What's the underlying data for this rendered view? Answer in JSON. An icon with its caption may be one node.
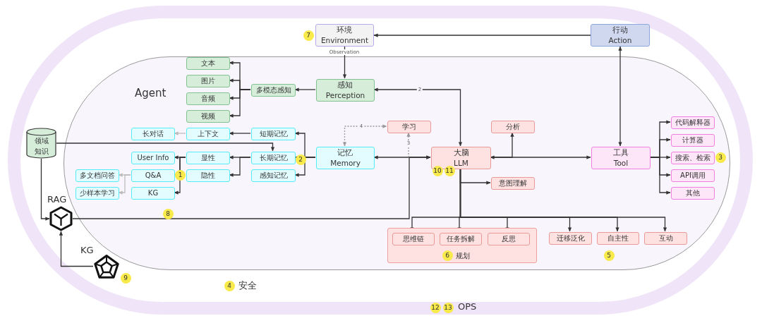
{
  "diagram": {
    "nodes": [
      {
        "text": [
          "Agent"
        ]
      },
      {
        "text": [
          "环境 Environment"
        ]
      },
      {
        "text": [
          "行动 Action"
        ]
      },
      {
        "text": [
          "感知 Perception"
        ],
        "in": 0
      },
      {
        "text": [
          "多模态感知"
        ],
        "in": 0
      },
      {
        "text": [
          "文本"
        ],
        "in": 0
      },
      {
        "text": [
          "图片"
        ],
        "in": 0
      },
      {
        "text": [
          "音频"
        ],
        "in": 0
      },
      {
        "text": [
          "视频"
        ],
        "in": 0
      },
      {
        "text": [
          "长对话"
        ],
        "in": 0
      },
      {
        "text": [
          "上下文"
        ],
        "in": 0
      },
      {
        "text": [
          "短期记忆"
        ],
        "in": 0
      },
      {
        "text": [
          "User Info"
        ],
        "in": 0
      },
      {
        "text": [
          "显性"
        ],
        "in": 0
      },
      {
        "text": [
          "长期记忆"
        ],
        "in": 0
      },
      {
        "text": [
          "多文档问答"
        ],
        "in": 0
      },
      {
        "text": [
          "Q&A"
        ],
        "in": 0
      },
      {
        "text": [
          "隐性"
        ],
        "in": 0
      },
      {
        "text": [
          "感知记忆"
        ],
        "in": 0
      },
      {
        "text": [
          "少样本学习"
        ],
        "in": 0
      },
      {
        "text": [
          "KG"
        ],
        "in": 0
      },
      {
        "text": [
          "记忆 Memory"
        ],
        "in": 0
      },
      {
        "text": [
          "学习"
        ],
        "in": 0
      },
      {
        "text": [
          "分析"
        ],
        "in": 0
      },
      {
        "text": [
          "大脑 LLM"
        ],
        "in": 0
      },
      {
        "text": [
          "意图理解"
        ],
        "in": 0
      },
      {
        "text": [
          "工具 Tool"
        ],
        "in": 0
      },
      {
        "text": [
          "代码解释器"
        ],
        "in": 0
      },
      {
        "text": [
          "计算器"
        ],
        "in": 0
      },
      {
        "text": [
          "搜索、检索"
        ],
        "in": 0
      },
      {
        "text": [
          "API调用"
        ],
        "in": 0
      },
      {
        "text": [
          "其他"
        ],
        "in": 0
      },
      {
        "text": [
          "规划"
        ],
        "in": 0
      },
      {
        "text": [
          "思维链"
        ],
        "in": 32
      },
      {
        "text": [
          "任务拆解"
        ],
        "in": 32
      },
      {
        "text": [
          "反思"
        ],
        "in": 32
      },
      {
        "text": [
          "迁移泛化"
        ],
        "in": 0
      },
      {
        "text": [
          "自主性"
        ],
        "in": 0
      },
      {
        "text": [
          "互动"
        ],
        "in": 0
      },
      {
        "text": [
          "领域知识"
        ]
      },
      {
        "text": [
          "RAG"
        ]
      },
      {
        "text": [
          "KG"
        ]
      }
    ],
    "edges": [
      {
        "from": 2,
        "to": 1,
        "arrow": "to"
      },
      {
        "from": 1,
        "to": 3,
        "arrow": "to",
        "label": "Observation"
      },
      {
        "from": 3,
        "to": 4,
        "arrow": "to"
      },
      {
        "from": 4,
        "to": 5,
        "arrow": "to"
      },
      {
        "from": 4,
        "to": 6,
        "arrow": "to"
      },
      {
        "from": 4,
        "to": 7,
        "arrow": "to"
      },
      {
        "from": 4,
        "to": 8,
        "arrow": "to"
      },
      {
        "from": 24,
        "to": 3,
        "arrow": "both",
        "label": "2"
      },
      {
        "from": 21,
        "to": 11,
        "arrow": "to"
      },
      {
        "from": 21,
        "to": 14,
        "arrow": "to"
      },
      {
        "from": 21,
        "to": 18,
        "arrow": "to"
      },
      {
        "from": 11,
        "to": 10,
        "arrow": "to"
      },
      {
        "from": 10,
        "to": 9,
        "arrow": "to",
        "color": "#bbbbbb"
      },
      {
        "from": 14,
        "to": 13,
        "arrow": "to"
      },
      {
        "from": 14,
        "to": 17,
        "arrow": "to"
      },
      {
        "from": 13,
        "to": 12,
        "arrow": "to"
      },
      {
        "from": 13,
        "to": 16,
        "arrow": "to"
      },
      {
        "from": 13,
        "to": 20,
        "arrow": "to"
      },
      {
        "from": 16,
        "to": 15,
        "arrow": "to",
        "color": "#bbbbbb"
      },
      {
        "from": 16,
        "to": 19,
        "arrow": "to",
        "color": "#bbbbbb"
      },
      {
        "from": 39,
        "to": 14,
        "arrow": "to"
      },
      {
        "from": 39,
        "to": 40,
        "arrow": "to"
      },
      {
        "from": 41,
        "to": 40,
        "arrow": "to"
      },
      {
        "from": 40,
        "to": 24,
        "arrow": "to"
      },
      {
        "from": 21,
        "to": 24,
        "arrow": "both"
      },
      {
        "from": 21,
        "to": 22,
        "arrow": "both",
        "label": "4",
        "style": "dashed",
        "color": "#999999"
      },
      {
        "from": null,
        "to": 22,
        "arrow": "to",
        "label": "3",
        "style": "dashed",
        "color": "#999999"
      },
      {
        "from": 24,
        "to": 26,
        "arrow": "both"
      },
      {
        "from": 24,
        "to": 23,
        "arrow": "to"
      },
      {
        "from": 2,
        "to": 26,
        "arrow": "both"
      },
      {
        "from": 26,
        "to": 27,
        "arrow": "to"
      },
      {
        "from": 26,
        "to": 28,
        "arrow": "to"
      },
      {
        "from": 26,
        "to": 29,
        "arrow": "to"
      },
      {
        "from": 26,
        "to": 30,
        "arrow": "to"
      },
      {
        "from": 26,
        "to": 31,
        "arrow": "to"
      },
      {
        "from": 24,
        "to": 25,
        "arrow": "to"
      },
      {
        "from": 24,
        "to": 33,
        "arrow": "to"
      },
      {
        "from": 24,
        "to": 34,
        "arrow": "to"
      },
      {
        "from": 24,
        "to": 35,
        "arrow": "to"
      },
      {
        "from": 24,
        "to": 36,
        "arrow": "to"
      },
      {
        "from": 24,
        "to": 37,
        "arrow": "to"
      },
      {
        "from": 24,
        "to": 38,
        "arrow": "to"
      }
    ],
    "labels": [
      "7",
      "3",
      "2",
      "1",
      "10",
      "11",
      "8",
      "6",
      "5",
      "9",
      "4",
      "安全",
      "12",
      "13",
      "OPS"
    ]
  }
}
